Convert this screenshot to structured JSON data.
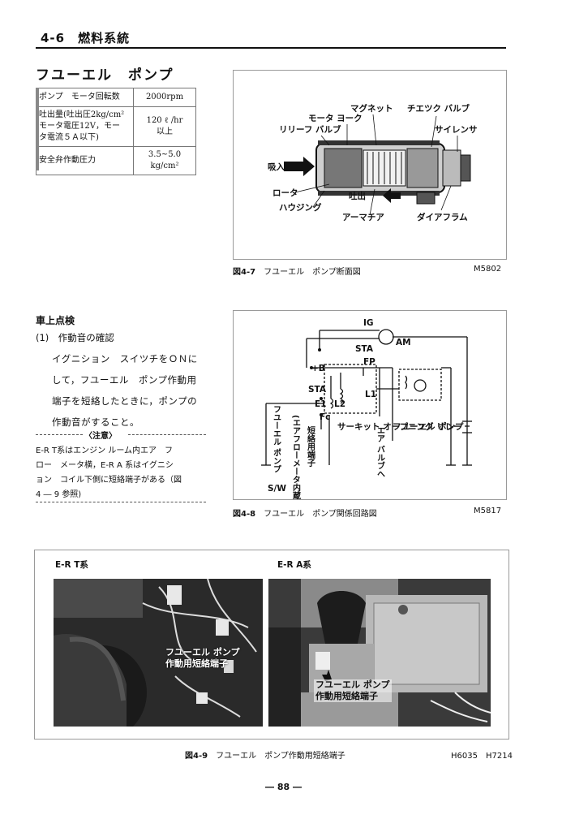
{
  "header": {
    "section": "4-6　燃料系統"
  },
  "title": "フユーエル　ポンプ",
  "spec_table": [
    {
      "label": "ポンプ　モータ回転数",
      "value": "2000rpm"
    },
    {
      "label": "吐出量(吐出圧2kg/cm²\nモータ電圧12V，モー\nタ電流５Ａ以下)",
      "value": "120 ℓ /hr\n以上"
    },
    {
      "label": "安全弁作動圧力",
      "value": "3.5~5.0\nkg/cm²"
    }
  ],
  "fig47": {
    "labels": {
      "magnet": "マグネット",
      "yoke": "モータ ヨーク",
      "check_valve": "チエツク バルブ",
      "relief_valve": "リリーフ バルブ",
      "silencer": "サイレンサ",
      "intake": "吸入",
      "rotor": "ロータ",
      "outlet": "吐出",
      "housing": "ハウジング",
      "armature": "アーマチア",
      "diaphragm": "ダイアフラム"
    },
    "caption_num": "図4-7",
    "caption_text": "フユーエル　ポンプ断面図",
    "code": "M5802"
  },
  "check": {
    "heading": "車上点検",
    "item_num": "(1)",
    "item_title": "作動音の確認",
    "body": [
      "イグニション　スイツチをＯＮに",
      "して，フユーエル　ポンプ作動用",
      "端子を短絡したときに，ポンプの",
      "作動音がすること。"
    ],
    "note_label": "〈注意〉",
    "note": [
      "E-R T系はエンジン ルーム内エア　フ",
      "ロー　メータ横，E-R A 系はイグニシ",
      "ョン　コイル下側に短絡端子がある（図",
      "4 ― 9 参照)"
    ]
  },
  "fig48": {
    "labels": {
      "ig": "IG",
      "am": "AM",
      "sta_switch": "STA",
      "b": "+B",
      "fp": "FP",
      "sta": "STA",
      "l1": "L1",
      "e1": "E1",
      "l2": "L2",
      "fc": "Fc",
      "pump_sw": "フユーエル ポンプ",
      "sw": "S/W",
      "afm": "(エアフローメータ内蔵)",
      "short_term": "短絡用端子",
      "relay": "サーキット オープニング リレー",
      "air_valve": "エア バルブへ",
      "fuel_pump": "フユーエル ポンプ"
    },
    "caption_num": "図4-8",
    "caption_text": "フユーエル　ポンプ関係回路図",
    "code": "M5817"
  },
  "fig49": {
    "label_rt": "E-R T系",
    "label_ra": "E-R A系",
    "photo_rt_label": "フユーエル ポンプ\n作動用短絡端子",
    "photo_ra_label": "フユーエル ポンプ\n作動用短絡端子",
    "caption_num": "図4-9",
    "caption_text": "フユーエル　ポンプ作動用短絡端子",
    "code": "H6035　H7214"
  },
  "page_number": "― 88 ―"
}
